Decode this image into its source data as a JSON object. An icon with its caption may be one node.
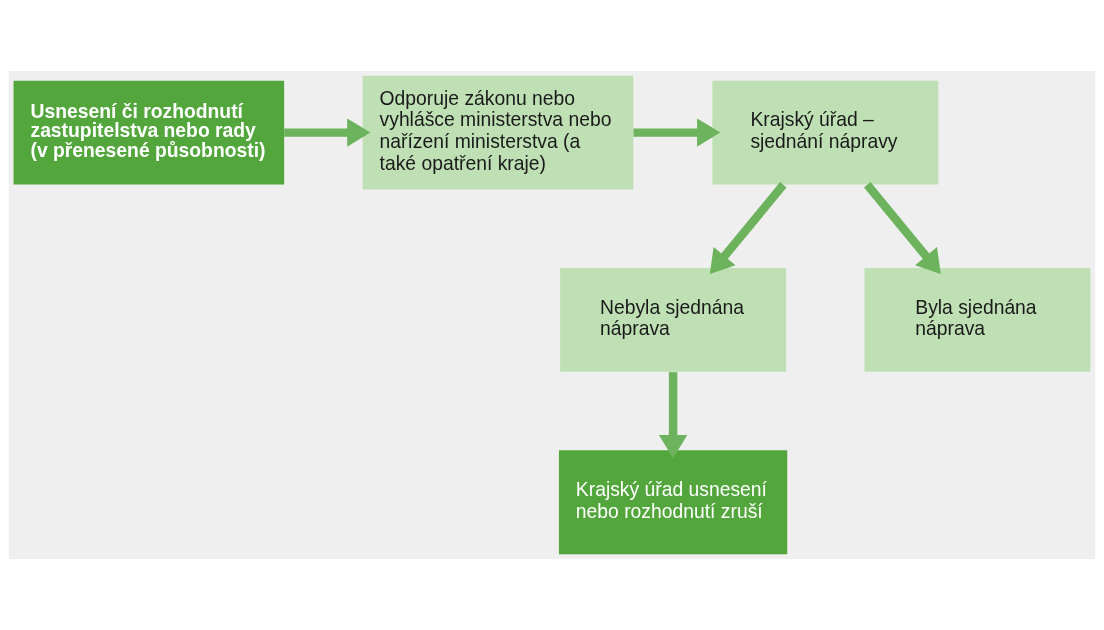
{
  "diagram": {
    "nodes": [
      {
        "text": [
          "Usnesení či rozhodnutí zastupitelstva nebo rady (v přenesené působnosti)"
        ]
      },
      {
        "text": [
          "Odporuje zákonu nebo vyhlášce ministerstva nebo nařízení ministerstva (a také opatření kraje)"
        ]
      },
      {
        "text": [
          "Krajský úřad – sjednání nápravy"
        ]
      },
      {
        "text": [
          "Nebyla sjednána náprava"
        ]
      },
      {
        "text": [
          "Byla sjednána náprava"
        ]
      },
      {
        "text": [
          "Krajský úřad usnesení nebo rozhodnutí zruší"
        ]
      }
    ],
    "edges": [
      {
        "from": 0,
        "to": 1,
        "arrow": "to"
      },
      {
        "from": 1,
        "to": 2,
        "arrow": "to"
      },
      {
        "from": 2,
        "to": 3,
        "arrow": "to"
      },
      {
        "from": 2,
        "to": 4,
        "arrow": "to"
      },
      {
        "from": 3,
        "to": 5,
        "arrow": "to"
      }
    ]
  }
}
